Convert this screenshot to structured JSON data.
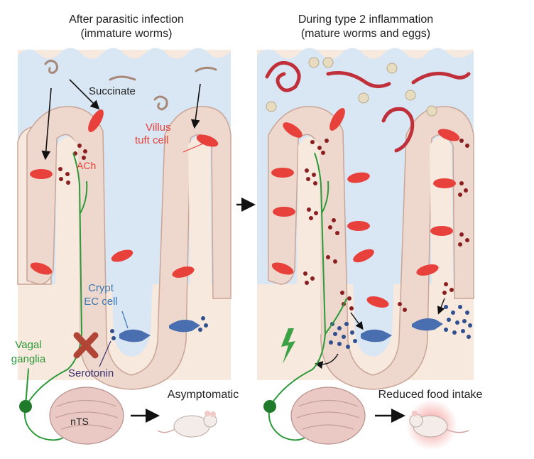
{
  "panels": {
    "left": {
      "title_line1": "After parasitic infection",
      "title_line2": "(immature worms)",
      "outcome": "Asymptomatic"
    },
    "right": {
      "title_line1": "During type 2 inflammation",
      "title_line2": "(mature worms and eggs)",
      "outcome": "Reduced food intake"
    }
  },
  "labels": {
    "succinate": "Succinate",
    "ach": "ACh",
    "villus_line1": "Villus",
    "villus_line2": "tuft cell",
    "crypt_line1": "Crypt",
    "crypt_line2": "EC cell",
    "vagal_line1": "Vagal",
    "vagal_line2": "ganglia",
    "serotonin": "Serotonin",
    "nts": "nTS"
  },
  "colors": {
    "lumen": "#d9e6f3",
    "tissue": "#f7e9dd",
    "epithelium": "#eed8cd",
    "tuft_cell": "#e8413c",
    "ach_dots": "#8b1f1f",
    "ec_cell": "#4a6fb0",
    "serotonin_dots": "#2f4f8f",
    "nerve": "#2d9a3a",
    "mature_worm": "#c0303a",
    "immature_worm": "#a88878",
    "egg": "#e8dcc0",
    "crypt_label": "#3a78b5",
    "tuft_label": "#e8413c",
    "serotonin_label": "#3b2f6e",
    "brainstem": "#eac8c4"
  }
}
